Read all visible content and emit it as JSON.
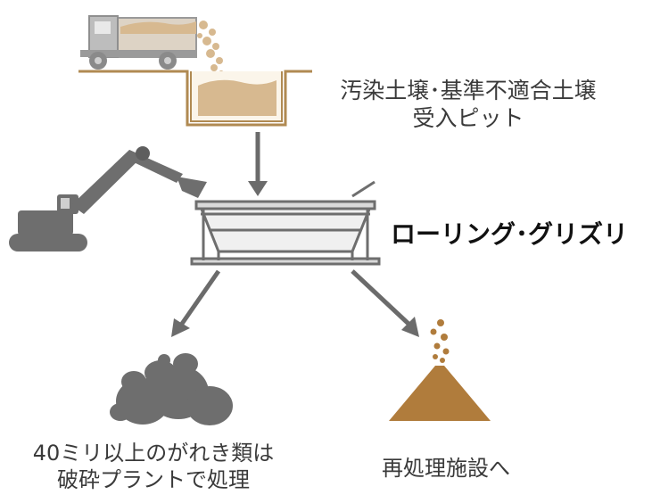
{
  "pit": {
    "label_line1": "汚染土壌･基準不適合土壌",
    "label_line2": "受入ピット"
  },
  "grizzly": {
    "label": "ローリング･グリズリ"
  },
  "rubble": {
    "label_line1": "40ミリ以上のがれき類は",
    "label_line2": "破砕プラントで処理"
  },
  "reprocess": {
    "label": "再処理施設へ"
  },
  "colors": {
    "soil": "#d7b990",
    "soil_dark": "#b8864b",
    "machinery": "#6e6e6e",
    "arrow": "#6b6b6b",
    "pit_wall": "#b08a52",
    "sand_pile": "#b07c3c"
  }
}
